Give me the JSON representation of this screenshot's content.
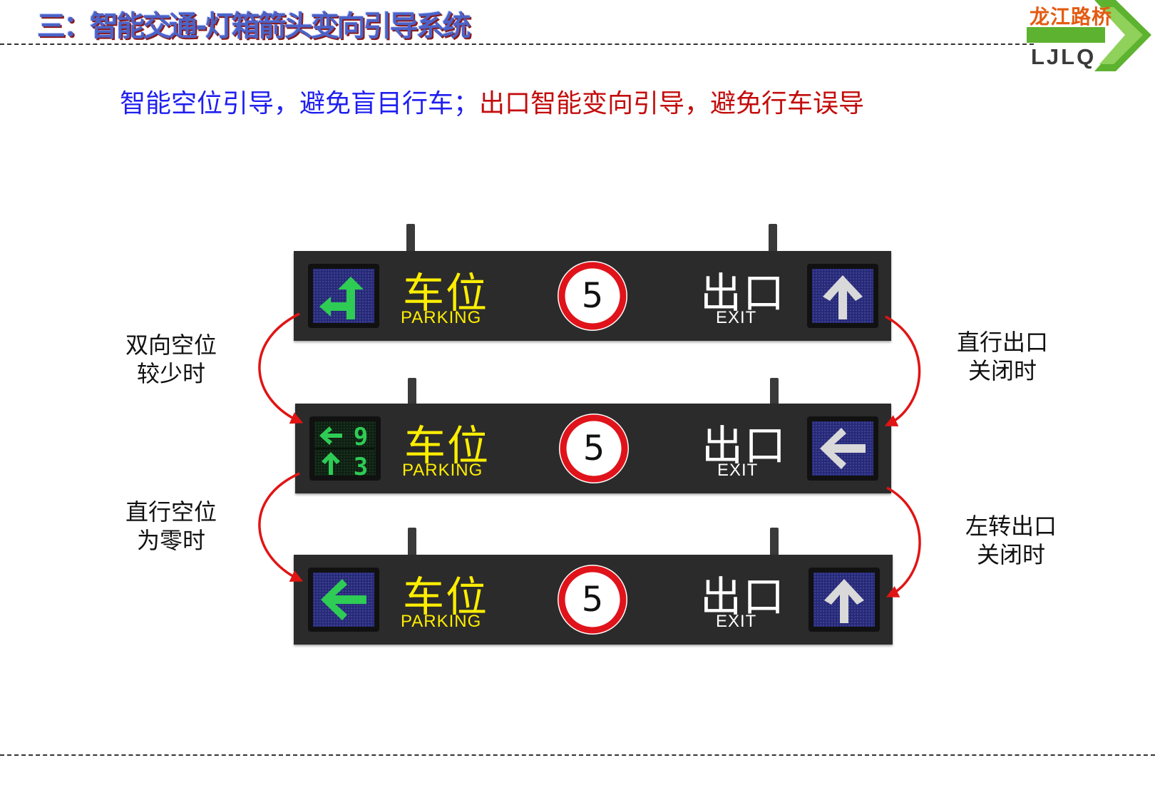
{
  "header": {
    "title": "三：智能交通-灯箱箭头变向引导系统",
    "logo_cn": "龙江路桥",
    "logo_en": "LJLQ"
  },
  "subtitle": {
    "part1": "智能空位引导，避免盲目行车；",
    "part2": "出口智能变向引导，避免行车误导"
  },
  "signs": [
    {
      "parking_cn": "车位",
      "parking_en": "PARKING",
      "speed": "5",
      "exit_cn": "出口",
      "exit_en": "EXIT",
      "left_display": "left-and-up-arrow",
      "right_display": "up-arrow"
    },
    {
      "parking_cn": "车位",
      "parking_en": "PARKING",
      "speed": "5",
      "exit_cn": "出口",
      "exit_en": "EXIT",
      "left_display": {
        "row1_digit": "9",
        "row2_digit": "3"
      },
      "right_display": "left-arrow"
    },
    {
      "parking_cn": "车位",
      "parking_en": "PARKING",
      "speed": "5",
      "exit_cn": "出口",
      "exit_en": "EXIT",
      "left_display": "left-arrow",
      "right_display": "up-arrow"
    }
  ],
  "transitions": {
    "left_1": [
      "双向空位",
      "较少时"
    ],
    "left_2": [
      "直行空位",
      "为零时"
    ],
    "right_1": [
      "直行出口",
      "关闭时"
    ],
    "right_2": [
      "左转出口",
      "关闭时"
    ]
  },
  "colors": {
    "title_blue": "#4b63c8",
    "subtitle_blue": "#1f1ff0",
    "subtitle_red": "#c30c0c",
    "sign_yellow": "#ffee00",
    "led_green": "#2ecc55",
    "arrow_red": "#e11414",
    "logo_orange": "#e35b12",
    "logo_green": "#5db22f"
  }
}
